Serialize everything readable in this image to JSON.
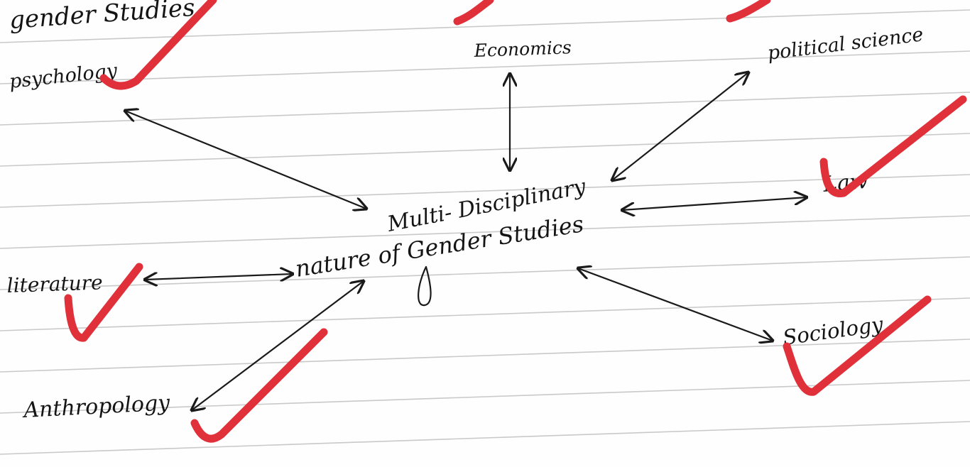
{
  "title_top": "gender Studies",
  "center": {
    "line1": "Multi- Disciplinary",
    "line2": "nature of Gender Studies"
  },
  "nodes": {
    "psychology": "psychology",
    "economics": "Economics",
    "political_science": "political science",
    "law": "Law",
    "literature": "literature",
    "anthropology": "Anthropology",
    "sociology": "Sociology"
  },
  "colors": {
    "ink": "#141414",
    "tick": "#e0303a",
    "paper": "#fefefe",
    "rule": "#c9c9c9"
  }
}
